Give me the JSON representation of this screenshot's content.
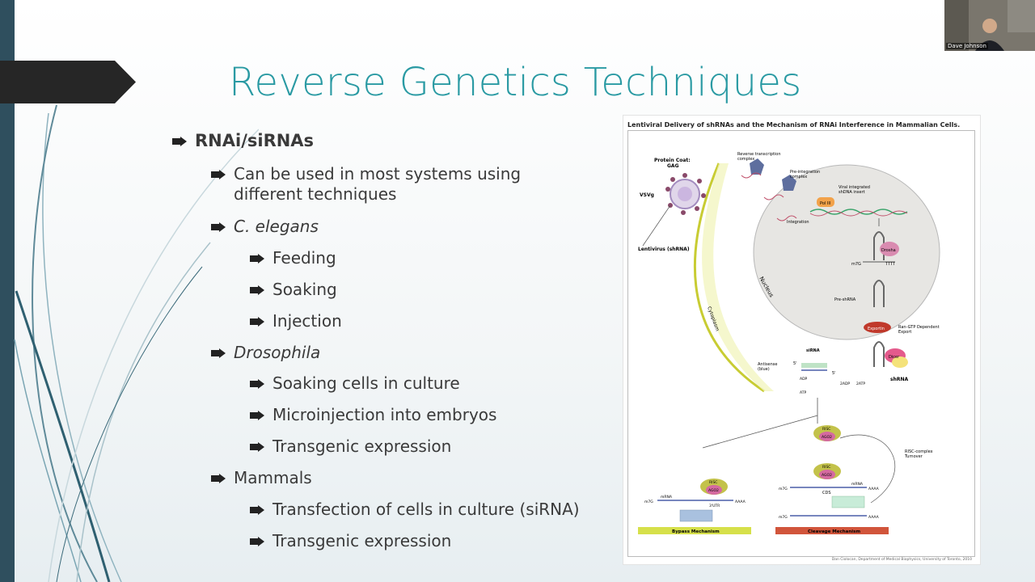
{
  "slide": {
    "title": "Reverse Genetics Techniques",
    "bullets": {
      "rnai": "RNAi/siRNAs",
      "most_systems": "Can be used in most systems using different techniques",
      "c_elegans": "C. elegans",
      "feeding": "Feeding",
      "soaking": "Soaking",
      "injection": "Injection",
      "drosophila": "Drosophila",
      "soaking_cells": "Soaking cells in culture",
      "microinjection": "Microinjection into embryos",
      "transgenic_dros": "Transgenic expression",
      "mammals": "Mammals",
      "transfection": "Transfection of cells in culture (siRNA)",
      "transgenic_mamm": "Transgenic expression"
    }
  },
  "figure": {
    "title": "Lentiviral Delivery of shRNAs and the Mechanism of RNAi Interference in Mammalian Cells.",
    "labels": {
      "protein_coat": "Protein Coat:",
      "gag": "GAG",
      "vsvg": "VSVg",
      "lentivirus": "Lentivirus (shRNA)",
      "rt_complex": "Reverse transcription",
      "rt_complex2": "complex",
      "preint": "Pre-integration",
      "preint2": "complex",
      "viral_int": "Viral integrated",
      "shdna": "shDNA insert",
      "pol3": "Pol III",
      "integration": "Integration",
      "drosha": "Drosha",
      "m7g": "m7G",
      "tttt": "TTTT",
      "nucleus": "Nucleus",
      "cytoplasm": "Cytoplasm",
      "pre_shrna": "Pre-shRNA",
      "exportin": "Exportin",
      "ran_gtp": "Ran-GTP Dependent",
      "export": "Export",
      "sirna": "siRNA",
      "antisense": "Antisense",
      "blue": "(blue)",
      "five_prime": "5'",
      "dicer": "Dicer",
      "shrna": "shRNA",
      "adp": "ADP",
      "atp": "ATP",
      "two_adp": "2ADP",
      "two_atp": "2ATP",
      "risc": "RISC",
      "ago2": "AGO2",
      "risc_turnover": "RISC-complex",
      "turnover": "Turnover",
      "mrna": "mRNA",
      "aaaa": "AAAA",
      "utr": "3'UTR",
      "cds": "CDS",
      "bypass": "Bypass Mechanism",
      "cleavage": "Cleavage Mechanism"
    },
    "credit": "Dan Ciolocan, Department of Medical Biophysics, University of Toronto, 2010"
  },
  "video": {
    "participant_name": "Dave Johnson"
  }
}
